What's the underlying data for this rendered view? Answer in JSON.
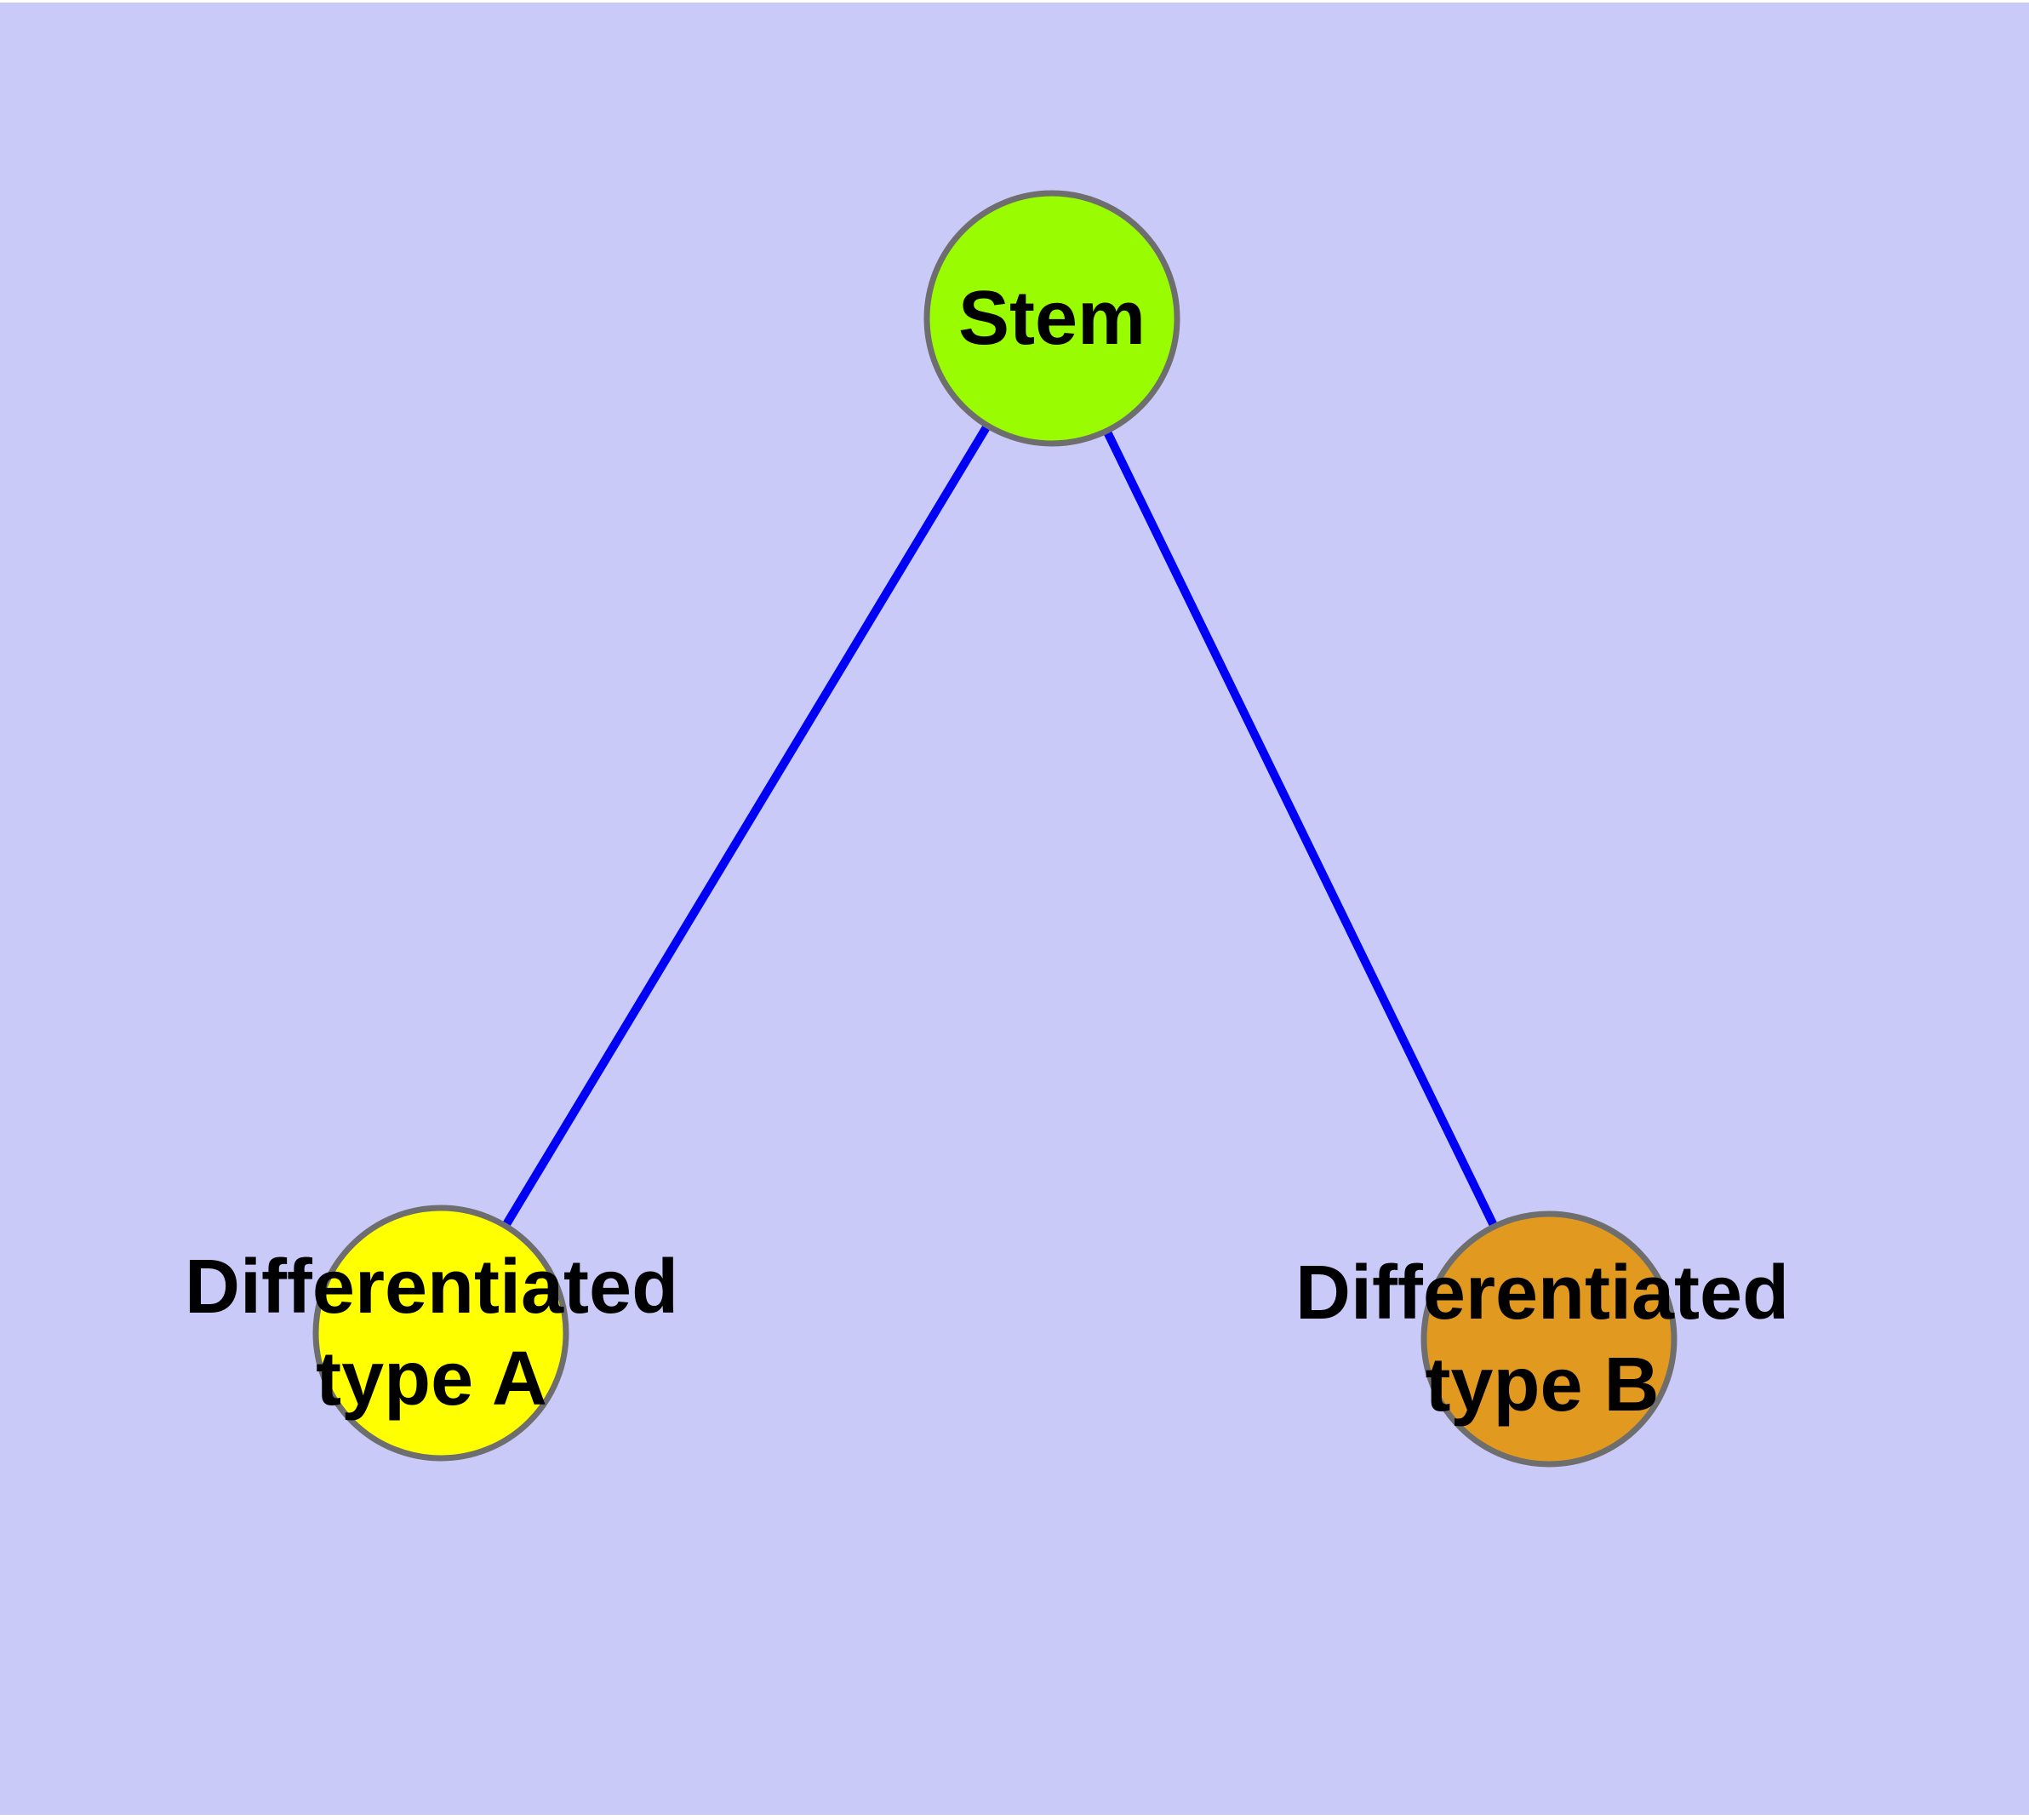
{
  "canvas": {
    "background_color": "#CACAF8",
    "page_margin_color": "#FFFFFF"
  },
  "nodes": [
    {
      "id": "stem",
      "label": "Stem",
      "fill": "#99FC00",
      "border": "#6E6E6E"
    },
    {
      "id": "differentiated-type-a",
      "label": "Differentiated\ntype A",
      "fill": "#FFFF00",
      "border": "#6E6E6E"
    },
    {
      "id": "differentiated-type-b",
      "label": "Differentiated\ntype B",
      "fill": "#E2991F",
      "border": "#6E6E6E"
    }
  ],
  "edges": {
    "color": "#0000F5",
    "list": [
      {
        "from": "stem",
        "to": "differentiated-type-a"
      },
      {
        "from": "stem",
        "to": "differentiated-type-b"
      }
    ]
  }
}
